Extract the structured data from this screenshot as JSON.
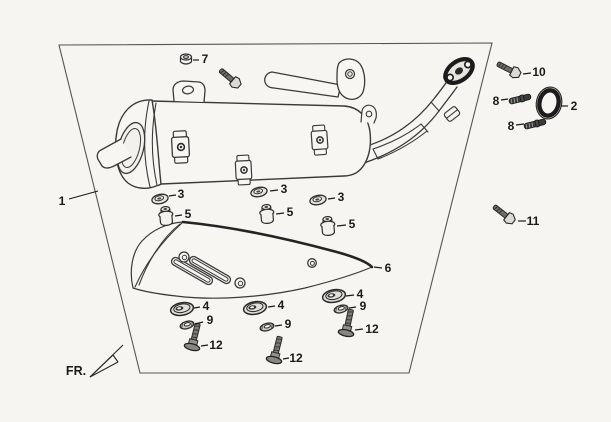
{
  "colors": {
    "background": "#f7f5f2",
    "line_art": "#3a3a3a",
    "bold_line": "#1c1c1c",
    "label_text": "#1a1a1a"
  },
  "orientation": {
    "front_label": "FR."
  },
  "callouts": {
    "1": "1",
    "2": "2",
    "3": "3",
    "4": "4",
    "5": "5",
    "6": "6",
    "7": "7",
    "8": "8",
    "9": "9",
    "10": "10",
    "11": "11",
    "12": "12"
  }
}
